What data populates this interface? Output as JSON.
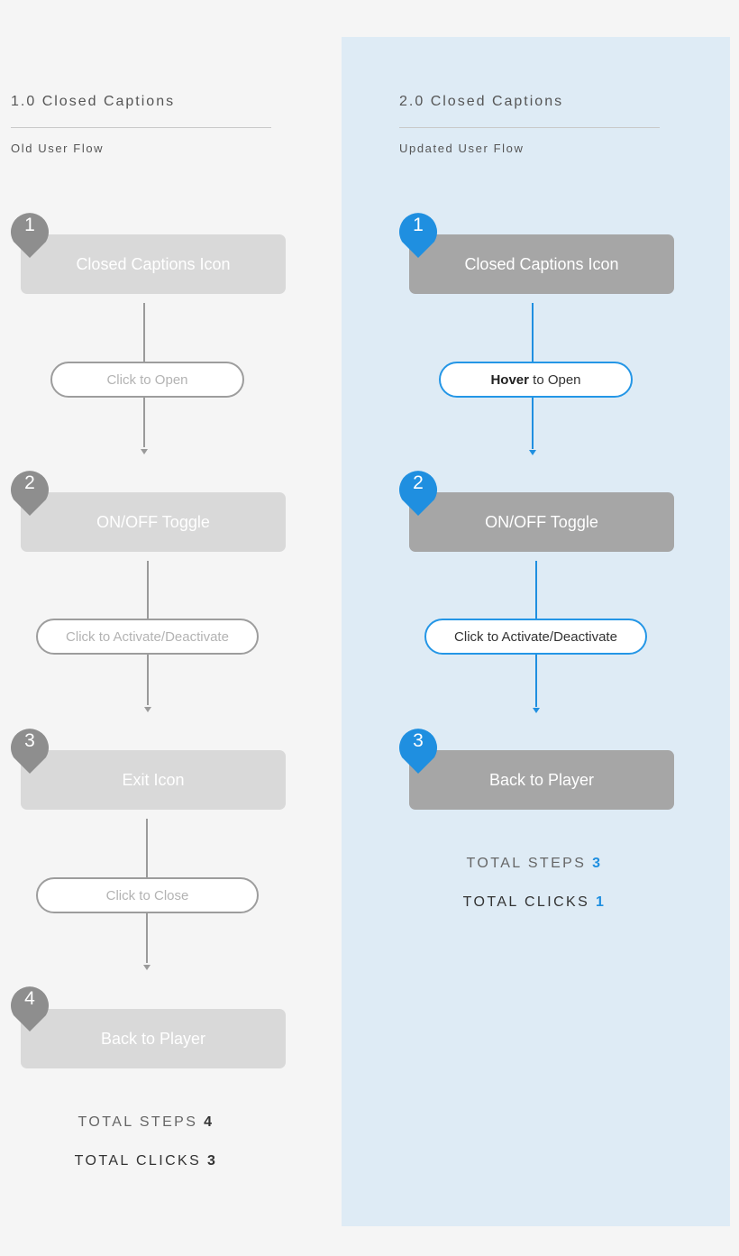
{
  "colors": {
    "accent": "#1f8fe0",
    "old_pin": "#8e8e8e",
    "panel_bg": "#deebf5"
  },
  "old": {
    "title": "1.0 Closed Captions",
    "subtitle": "Old User Flow",
    "steps": [
      {
        "number": "1",
        "label": "Closed Captions Icon"
      },
      {
        "number": "2",
        "label": "ON/OFF Toggle"
      },
      {
        "number": "3",
        "label": "Exit Icon"
      },
      {
        "number": "4",
        "label": "Back to Player"
      }
    ],
    "actions": [
      {
        "label": "Click to Open"
      },
      {
        "label": "Click to Activate/Deactivate"
      },
      {
        "label": "Click to Close"
      }
    ],
    "total_steps_label": "TOTAL STEPS",
    "total_steps_value": "4",
    "total_clicks_label": "TOTAL CLICKS",
    "total_clicks_value": "3"
  },
  "new": {
    "title": "2.0 Closed Captions",
    "subtitle": "Updated User Flow",
    "steps": [
      {
        "number": "1",
        "label": "Closed Captions Icon"
      },
      {
        "number": "2",
        "label": "ON/OFF Toggle"
      },
      {
        "number": "3",
        "label": "Back to Player"
      }
    ],
    "actions": [
      {
        "bold": "Hover",
        "label": " to Open"
      },
      {
        "label": "Click to Activate/Deactivate"
      }
    ],
    "total_steps_label": "TOTAL STEPS",
    "total_steps_value": "3",
    "total_clicks_label": "TOTAL CLICKS",
    "total_clicks_value": "1"
  }
}
